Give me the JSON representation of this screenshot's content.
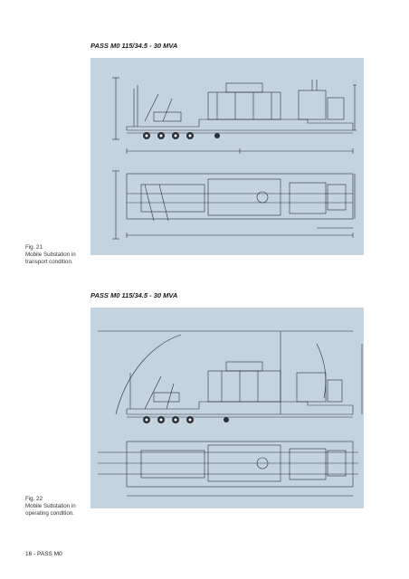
{
  "figures": [
    {
      "title": "PASS M0 115/34.5 - 30 MVA",
      "caption_line1": "Fig. 21",
      "caption_line2": "Mobile Substation in",
      "caption_line3": "transport condition."
    },
    {
      "title": "PASS M0 115/34.5 - 30 MVA",
      "caption_line1": "Fig. 22",
      "caption_line2": "Mobile Substation in",
      "caption_line3": "operating condition."
    }
  ],
  "footer": {
    "page_label": "16 - PASS M0"
  },
  "colors": {
    "panel_bg": "#c4d3e0",
    "line": "#2a2f36"
  }
}
